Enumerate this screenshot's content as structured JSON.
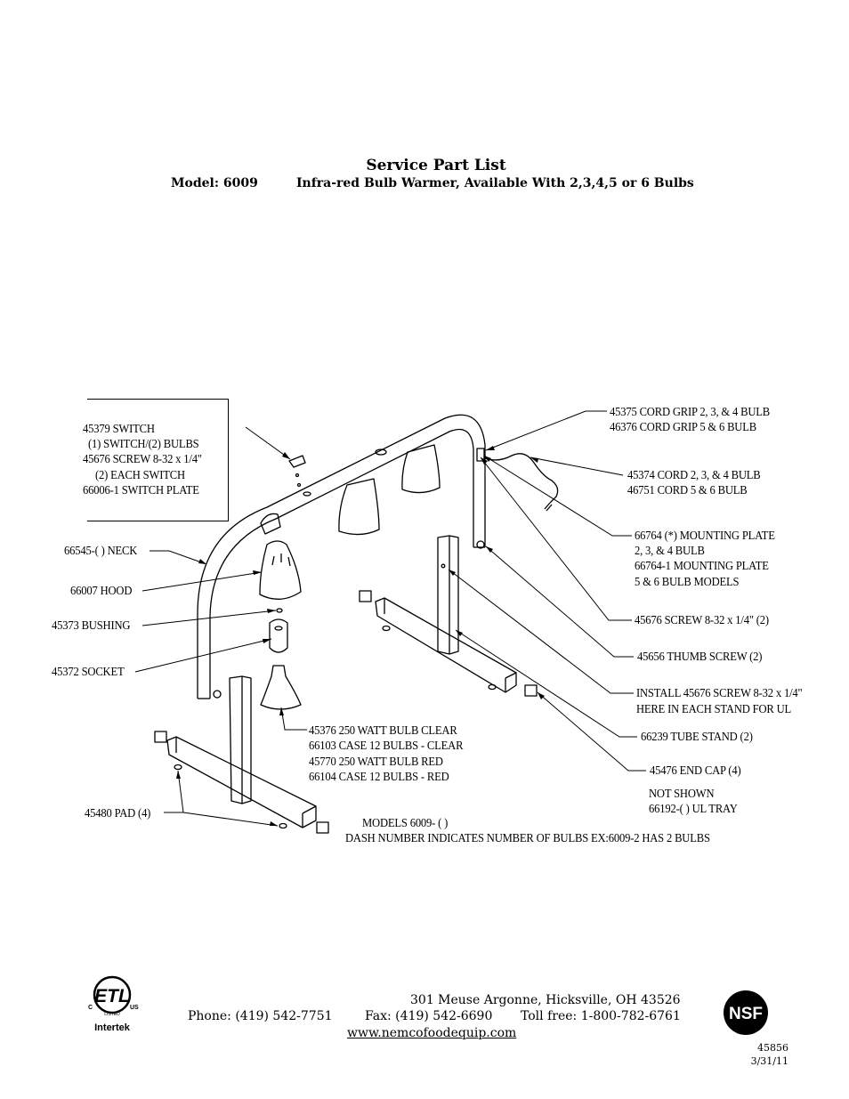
{
  "header": {
    "title": "Service Part List",
    "model": "Model: 6009",
    "description": "Infra-red Bulb Warmer, Available With 2,3,4,5 or 6 Bulbs"
  },
  "callouts": {
    "switch_box": [
      "45379 SWITCH",
      "(1) SWITCH/(2) BULBS",
      "45676 SCREW 8-32 x 1/4\"",
      "(2) EACH SWITCH",
      "66006-1  SWITCH PLATE"
    ],
    "neck": "66545-( ) NECK",
    "hood": "66007 HOOD",
    "bushing": "45373 BUSHING",
    "socket": "45372 SOCKET",
    "pad": "45480 PAD (4)",
    "bulbs": [
      "45376 250 WATT BULB CLEAR",
      "66103 CASE 12 BULBS - CLEAR",
      "45770 250 WATT BULB RED",
      "66104 CASE 12 BULBS - RED"
    ],
    "models": [
      "MODELS  6009- ( )",
      "DASH NUMBER INDICATES NUMBER OF BULBS EX:6009-2 HAS 2 BULBS"
    ],
    "cord_grip": [
      "45375 CORD GRIP 2, 3, & 4 BULB",
      "46376 CORD GRIP 5 & 6 BULB"
    ],
    "cord": [
      "45374  CORD 2, 3, & 4 BULB",
      "46751   CORD 5 & 6 BULB"
    ],
    "mounting_plate": [
      "66764 (*) MOUNTING PLATE",
      "2, 3, & 4 BULB",
      "66764-1  MOUNTING PLATE",
      "5 & 6 BULB MODELS"
    ],
    "screw": "45676 SCREW 8-32 x 1/4\"  (2)",
    "thumb_screw": "45656 THUMB SCREW (2)",
    "install_note": [
      "INSTALL 45676 SCREW 8-32 x 1/4\"",
      "HERE IN EACH STAND FOR UL"
    ],
    "tube_stand": "66239 TUBE STAND (2)",
    "end_cap": "45476 END CAP (4)",
    "not_shown": [
      "NOT SHOWN",
      "66192-( ) UL TRAY"
    ]
  },
  "footer": {
    "address": "301 Meuse Argonne, Hicksville, OH 43526",
    "phone": "Phone: (419) 542-7751",
    "fax": "Fax: (419) 542-6690",
    "tollfree": "Toll free: 1-800-782-6761",
    "website": "www.nemcofoodequip.com",
    "doc_number": "45856",
    "doc_date": "3/31/11",
    "etl_logo": {
      "main": "ETL",
      "left": "C",
      "right": "US",
      "listed": "LISTED",
      "maker": "Intertek"
    },
    "nsf_logo": "NSF"
  }
}
